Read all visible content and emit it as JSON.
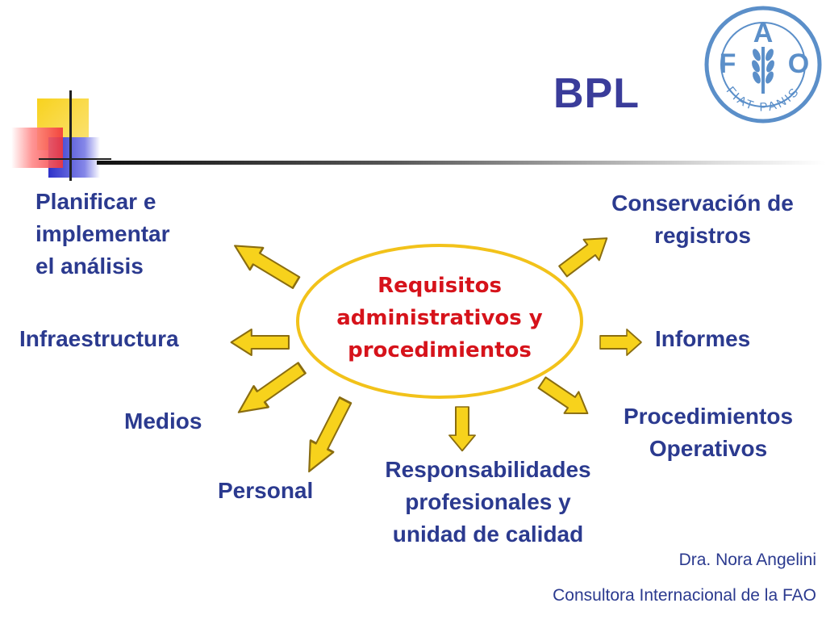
{
  "slide": {
    "title": "BPL",
    "center": {
      "line1": "Requisitos",
      "line2": "administrativos y",
      "line3": "procedimientos"
    },
    "nodes": {
      "planificar": [
        "Planificar e",
        "implementar",
        "el análisis"
      ],
      "infraestructura": "Infraestructura",
      "medios": "Medios",
      "personal": "Personal",
      "responsabilidades": [
        "Responsabilidades",
        "profesionales y",
        "unidad de calidad"
      ],
      "procedimientos": [
        "Procedimientos",
        "Operativos"
      ],
      "informes": "Informes",
      "conservacion": [
        "Conservación de",
        "registros"
      ]
    },
    "logo": {
      "letters": [
        "F",
        "A",
        "O"
      ],
      "motto": "FIAT PANIS"
    },
    "footer": {
      "author": "Dra. Nora Angelini",
      "role": "Consultora Internacional de la FAO"
    },
    "colors": {
      "title": "#3a3c9a",
      "text": "#2b3a8f",
      "center_text": "#d6131b",
      "ellipse_border": "#f2c21a",
      "arrow_fill": "#f7d21c",
      "arrow_stroke": "#8a6d10",
      "logo": "#5b8fc9"
    }
  }
}
